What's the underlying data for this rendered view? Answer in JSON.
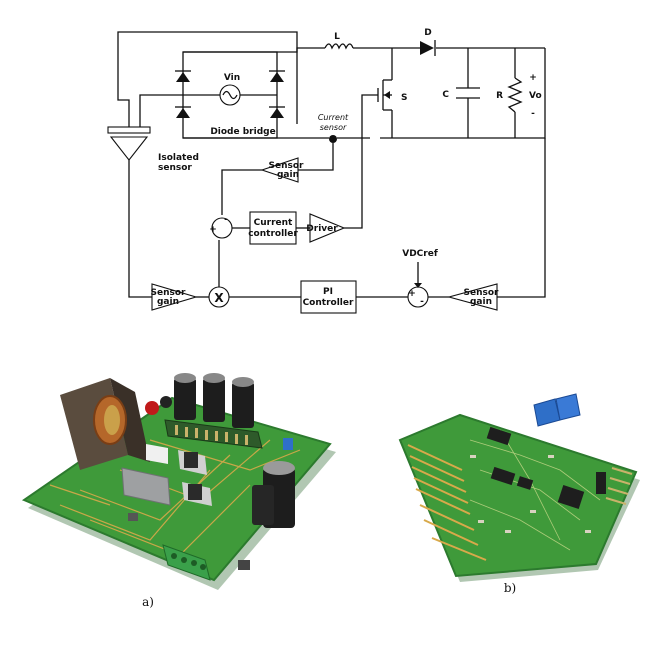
{
  "diagram": {
    "components": {
      "inductor": "L",
      "diode": "D",
      "switch": "S",
      "capacitor": "C",
      "resistor": "R",
      "output_voltage": "Vo",
      "output_plus": "+",
      "output_minus": "-",
      "source": "Vin",
      "diode_bridge": "Diode bridge",
      "current_sensor_line1": "Current",
      "current_sensor_line2": "sensor",
      "isolated_sensor_line1": "Isolated",
      "isolated_sensor_line2": "sensor"
    },
    "blocks": {
      "sensor_gain_current_line1": "Sensor",
      "sensor_gain_current_line2": "gain",
      "current_controller_line1": "Current",
      "current_controller_line2": "controller",
      "driver": "Driver",
      "sensor_gain_input_line1": "Sensor",
      "sensor_gain_input_line2": "gain",
      "multiplier": "X",
      "pi_controller_line1": "PI",
      "pi_controller_line2": "Controller",
      "sensor_gain_output_line1": "Sensor",
      "sensor_gain_output_line2": "gain",
      "reference": "VDCref"
    },
    "summing_signs": {
      "current_sum_plus": "+",
      "current_sum_minus": "-",
      "voltage_sum_plus": "+",
      "voltage_sum_minus": "-"
    }
  },
  "photos": {
    "power_board_caption": "a)",
    "control_board_caption": "b)"
  },
  "colors": {
    "pcb_green": "#3f9a3a",
    "pcb_dark": "#2c7a2e",
    "trace": "#d8a94a",
    "capacitor_black": "#1d1d1d",
    "connector_green": "#3aa04a",
    "potentiometer_blue": "#2f6fc8"
  }
}
